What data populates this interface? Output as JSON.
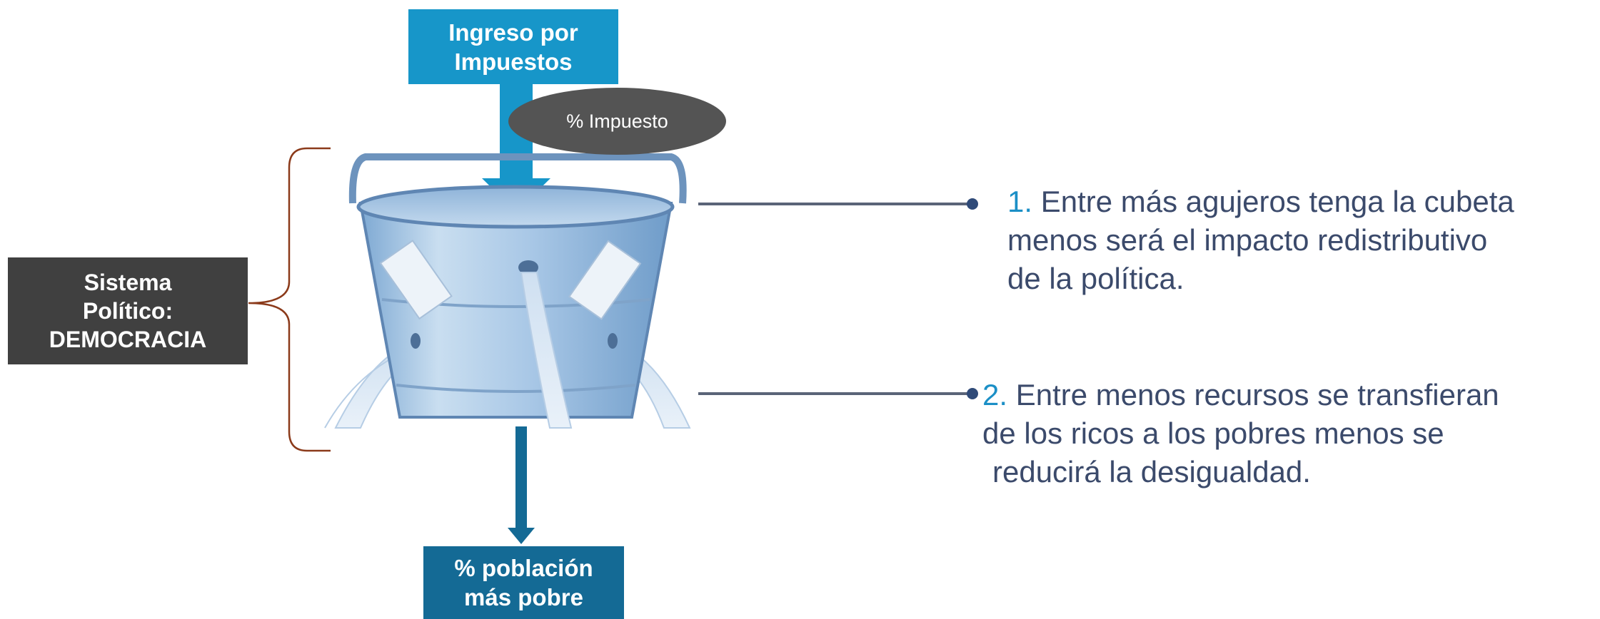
{
  "top_box": {
    "line1": "Ingreso por",
    "line2": "Impuestos"
  },
  "tax_ellipse": {
    "label": "% Impuesto"
  },
  "left_box": {
    "line1": "Sistema",
    "line2": "Político:",
    "line3": "DEMOCRACIA"
  },
  "bottom_box": {
    "line1": "% población",
    "line2": "más pobre"
  },
  "notes": [
    {
      "number": "1.",
      "line1": "Entre más agujeros tenga la cubeta",
      "line2": "menos será el impacto redistributivo",
      "line3": "de la política."
    },
    {
      "number": "2.",
      "line1": "Entre menos recursos se transfieran",
      "line2": "de los ricos a los pobres menos se",
      "line3": "reducirá la desigualdad."
    }
  ],
  "colors": {
    "top_box": "#1796c9",
    "bottom_box": "#146a95",
    "left_box": "#404040",
    "ellipse": "#545454",
    "note_text": "#3b4a6b",
    "note_number": "#1b8fc6",
    "bracket": "#8b3a1a",
    "connector": "#5a6478"
  }
}
